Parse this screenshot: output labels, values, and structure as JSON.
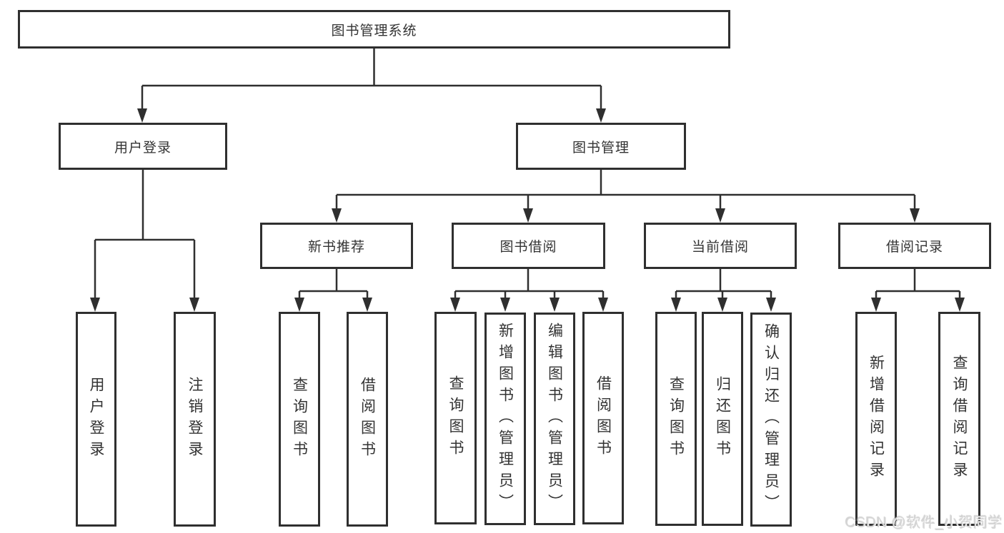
{
  "tree": {
    "root": {
      "label": "图书管理系统",
      "children": [
        {
          "label": "用户登录",
          "children": [
            {
              "label": "用户登录"
            },
            {
              "label": "注销登录"
            }
          ]
        },
        {
          "label": "图书管理",
          "children": [
            {
              "label": "新书推荐",
              "children": [
                {
                  "label": "查询图书"
                },
                {
                  "label": "借阅图书"
                }
              ]
            },
            {
              "label": "图书借阅",
              "children": [
                {
                  "label": "查询图书"
                },
                {
                  "label": "新增图书（管理员）"
                },
                {
                  "label": "编辑图书（管理员）"
                },
                {
                  "label": "借阅图书"
                }
              ]
            },
            {
              "label": "当前借阅",
              "children": [
                {
                  "label": "查询图书"
                },
                {
                  "label": "归还图书"
                },
                {
                  "label": "确认归还（管理员）"
                }
              ]
            },
            {
              "label": "借阅记录",
              "children": [
                {
                  "label": "新增借阅记录"
                },
                {
                  "label": "查询借阅记录"
                }
              ]
            }
          ]
        }
      ]
    }
  },
  "watermark": {
    "text": "CSDN @软件_小贺同学"
  },
  "colors": {
    "line": "#2f2f2f",
    "text": "#333333",
    "background": "#ffffff",
    "watermark": "#d6d6d6"
  }
}
